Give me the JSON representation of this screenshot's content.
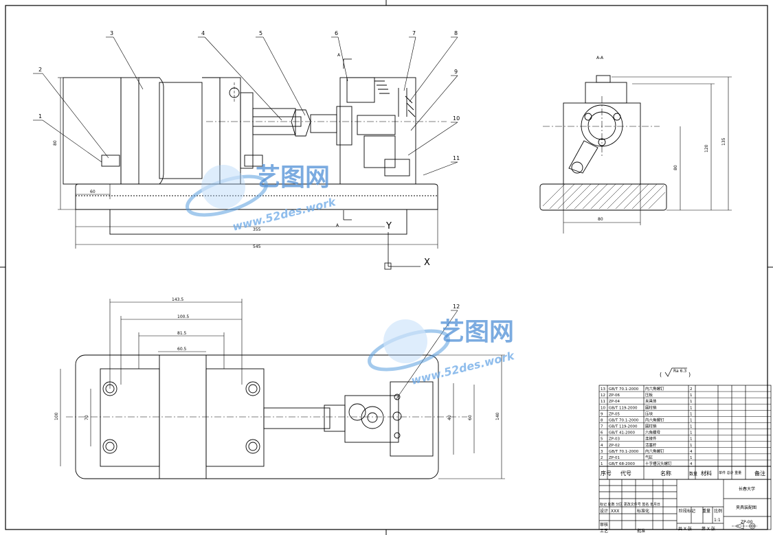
{
  "balloons": [
    "1",
    "2",
    "3",
    "4",
    "5",
    "6",
    "7",
    "8",
    "9",
    "10",
    "11",
    "12"
  ],
  "section_marks": {
    "cut_label": "A-A",
    "arrow_label": "A",
    "view_marks": [
      "Y",
      "X"
    ]
  },
  "dimensions": {
    "front_height": "80",
    "front_base_offset": "60",
    "front_body_len": "355",
    "front_total_len": "545",
    "side_h1": "80",
    "side_h2": "120",
    "side_h3": "135",
    "side_base": "80",
    "top_w1": "143.5",
    "top_w2": "100.5",
    "top_w3": "81.5",
    "top_w4": "60.5",
    "top_left_h": "100",
    "top_left_h2": "70",
    "top_right_h": "40",
    "top_right_h2": "60",
    "top_total_h": "140"
  },
  "roughness": "Ra 6.3",
  "watermark": {
    "brand": "艺图网",
    "url": "www.52des.work"
  },
  "bom": {
    "headers": {
      "seq": "序号",
      "code": "代号",
      "name": "名称",
      "qty": "数量",
      "material": "材料",
      "weight": "单件 总计 重量",
      "remark": "备注"
    },
    "rows": [
      {
        "seq": "13",
        "code": "GB/T 70.1-2000",
        "name": "内六角螺钉",
        "qty": "2"
      },
      {
        "seq": "12",
        "code": "ZP-06",
        "name": "压板",
        "qty": "1"
      },
      {
        "seq": "11",
        "code": "ZP-04",
        "name": "夹具体",
        "qty": "1"
      },
      {
        "seq": "10",
        "code": "GB/T 119-2000",
        "name": "圆柱销",
        "qty": "1"
      },
      {
        "seq": "9",
        "code": "ZP-05",
        "name": "压块",
        "qty": "1"
      },
      {
        "seq": "8",
        "code": "GB/T 70.1-2000",
        "name": "内六角螺钉",
        "qty": "1"
      },
      {
        "seq": "7",
        "code": "GB/T 119-2000",
        "name": "圆柱销",
        "qty": "1"
      },
      {
        "seq": "6",
        "code": "GB/T 41-2000",
        "name": "六角螺母",
        "qty": "1"
      },
      {
        "seq": "5",
        "code": "ZP-03",
        "name": "连接件",
        "qty": "1"
      },
      {
        "seq": "4",
        "code": "ZP-02",
        "name": "活塞杆",
        "qty": "1"
      },
      {
        "seq": "3",
        "code": "GB/T 70.1-2000",
        "name": "内六角螺钉",
        "qty": "4"
      },
      {
        "seq": "2",
        "code": "ZP-01",
        "name": "气缸",
        "qty": "1"
      },
      {
        "seq": "1",
        "code": "GB/T 68-2000",
        "name": "十字槽沉头螺钉",
        "qty": "4"
      }
    ]
  },
  "title_block": {
    "company": "长春大学",
    "drawing_name": "夹具装配图",
    "drawing_no": "ZP-00",
    "scale": "1:1",
    "scale_label": "比例",
    "weight_label": "重量",
    "stage_label": "阶段标记",
    "sheets": "共 X 张",
    "sheet_no": "第 X 张",
    "designer_label": "设计",
    "designer": "XXX",
    "standard_label": "标准化",
    "check_label": "审核",
    "process_label": "工艺",
    "approve_label": "批准",
    "rev_header": "标记 处数 分区 更改文件号 签名 年月日"
  }
}
